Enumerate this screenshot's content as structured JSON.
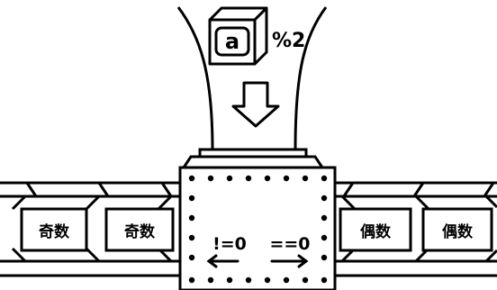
{
  "input": {
    "cube_letter": "a",
    "operation": "%2"
  },
  "machine": {
    "left_condition": "!=0",
    "right_condition": "==0"
  },
  "left_belt": {
    "items": [
      {
        "label": "奇数"
      },
      {
        "label": "奇数"
      }
    ]
  },
  "right_belt": {
    "items": [
      {
        "label": "偶数"
      },
      {
        "label": "偶数"
      }
    ]
  },
  "colors": {
    "stroke": "#000000",
    "background": "#ffffff"
  }
}
